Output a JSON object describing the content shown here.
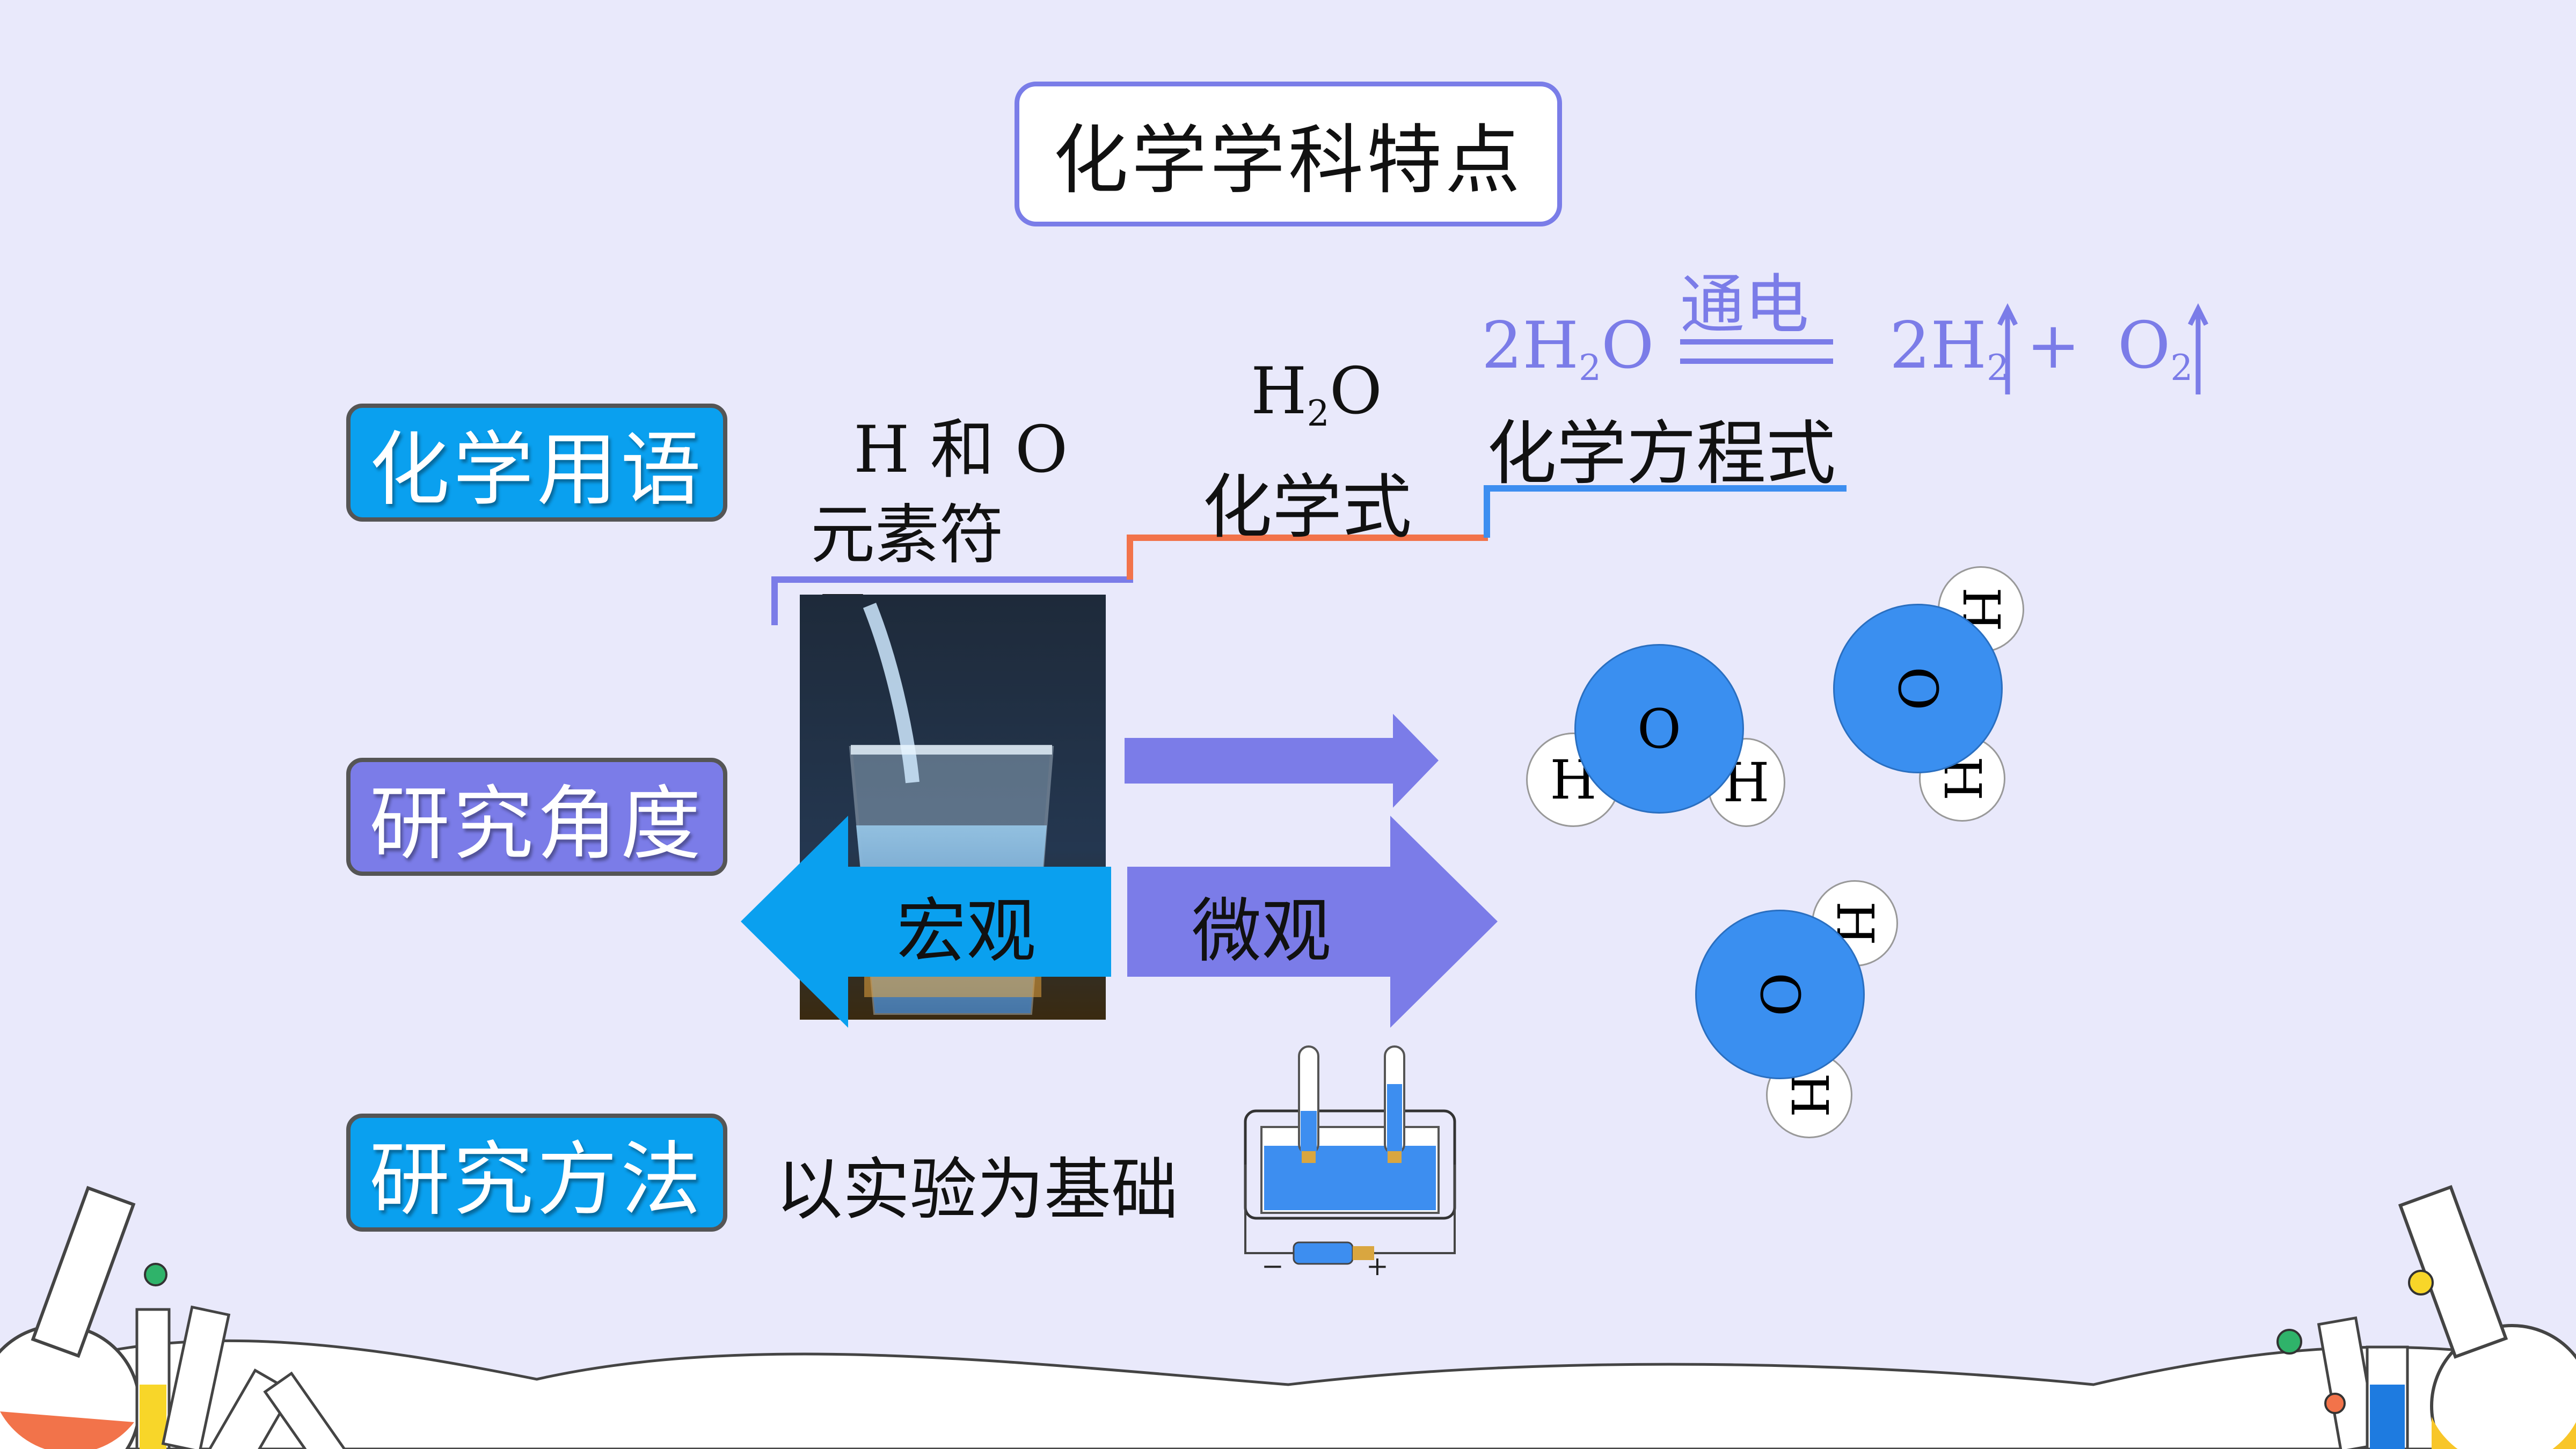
{
  "title": "化学学科特点",
  "categories": {
    "chem_terms": "化学用语",
    "research_angle": "研究角度",
    "research_method": "研究方法"
  },
  "steps": {
    "element_symbols": {
      "formula": "H 和 O",
      "label": "元素符号"
    },
    "chemical_formula": {
      "formula_main": "H",
      "formula_sub": "2",
      "formula_tail": "O",
      "label": "化学式"
    },
    "chemical_equation": {
      "label": "化学方程式"
    }
  },
  "equation": {
    "condition": "通电",
    "left_coef": "2H",
    "left_sub": "2",
    "left_tail": "O",
    "right_h": "2H",
    "right_h_sub": "2",
    "plus": "+",
    "right_o": "O",
    "right_o_sub": "2"
  },
  "perspective": {
    "macro": "宏观",
    "micro": "微观"
  },
  "molecule_atoms": {
    "oxygen": "O",
    "hydrogen": "H"
  },
  "method_text": "以实验为基础",
  "battery_terminals": {
    "neg": "−",
    "pos": "+"
  },
  "colors": {
    "accent": "#7b7ce8",
    "cyan": "#0aa0ef",
    "step_orange": "#f2734a",
    "step_blue": "#3d8ef0",
    "molecule": "#3a8ff0"
  }
}
